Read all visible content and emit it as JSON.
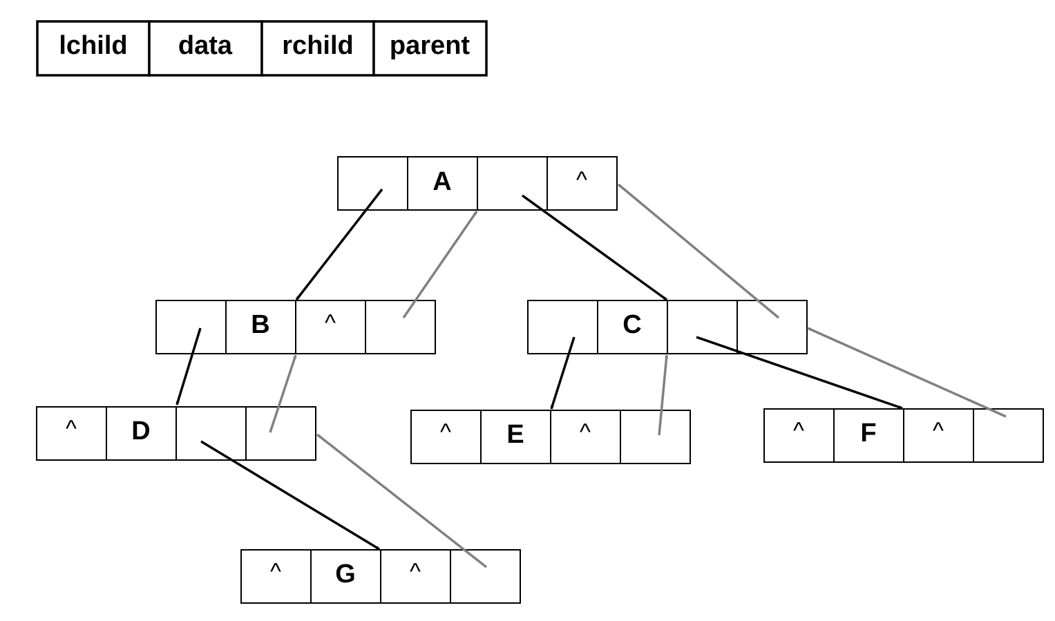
{
  "legend": {
    "fields": [
      "lchild",
      "data",
      "rchild",
      "parent"
    ]
  },
  "null_marker": "^",
  "nodes": [
    {
      "id": "A",
      "data": "A",
      "lchild": "B",
      "rchild": "C",
      "parent": "^"
    },
    {
      "id": "B",
      "data": "B",
      "lchild": "D",
      "rchild": "^",
      "parent": "A"
    },
    {
      "id": "C",
      "data": "C",
      "lchild": "E",
      "rchild": "F",
      "parent": "A"
    },
    {
      "id": "D",
      "data": "D",
      "lchild": "^",
      "rchild": "G",
      "parent": "B"
    },
    {
      "id": "E",
      "data": "E",
      "lchild": "^",
      "rchild": "^",
      "parent": "C"
    },
    {
      "id": "F",
      "data": "F",
      "lchild": "^",
      "rchild": "^",
      "parent": "C"
    },
    {
      "id": "G",
      "data": "G",
      "lchild": "^",
      "rchild": "^",
      "parent": "D"
    }
  ],
  "colors": {
    "child_pointer": "#000000",
    "parent_pointer": "#808080",
    "border": "#000000",
    "background": "#ffffff"
  }
}
